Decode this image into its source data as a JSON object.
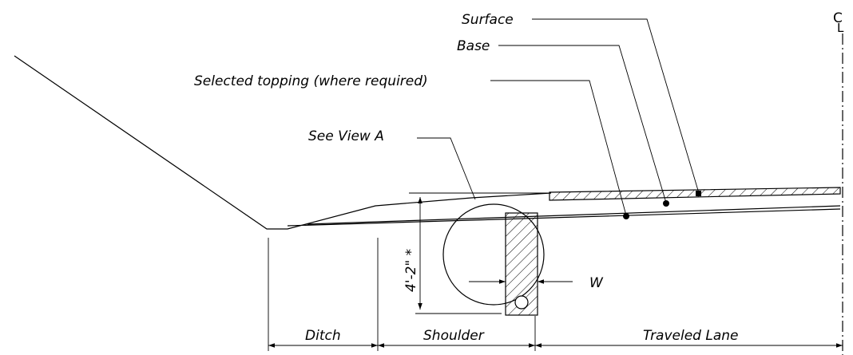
{
  "labels": {
    "surface": "Surface",
    "base": "Base",
    "selected_topping": "Selected topping (where required)",
    "see_view_a": "See View A",
    "depth": "4'-2\" *",
    "width": "W",
    "centerline_c": "C",
    "centerline_l": "L"
  },
  "zones": {
    "ditch": "Ditch",
    "shoulder": "Shoulder",
    "traveled_lane": "Traveled Lane"
  }
}
